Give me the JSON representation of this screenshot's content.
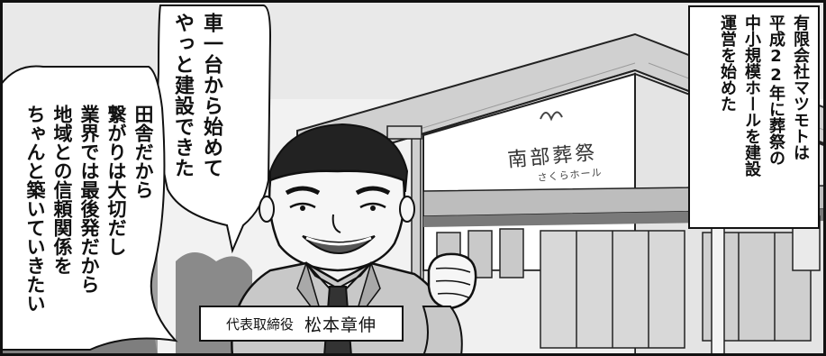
{
  "speech_right": {
    "lines": [
      "車一台から始めて",
      "やっと建設できた"
    ]
  },
  "speech_left": {
    "lines": [
      "田舎だから",
      "繋がりは大切だし",
      "業界では最後発だから",
      "地域との信頼関係を",
      "ちゃんと築いていきたい"
    ]
  },
  "narration": {
    "lines": [
      "有限会社マツモトは",
      "平成22年に葬祭の",
      "中小規模ホールを建設",
      "運営を始めた"
    ]
  },
  "name_plate": {
    "title": "代表取締役",
    "name": "松本章伸"
  },
  "sign": {
    "logo": "N",
    "brand": "南部葬祭",
    "sub": "さくらホール"
  },
  "colors": {
    "ink": "#111111",
    "tone_light": "#e6e6e6",
    "tone_mid": "#bdbdbd",
    "tone_dark": "#7a7a7a",
    "paper": "#ffffff"
  }
}
